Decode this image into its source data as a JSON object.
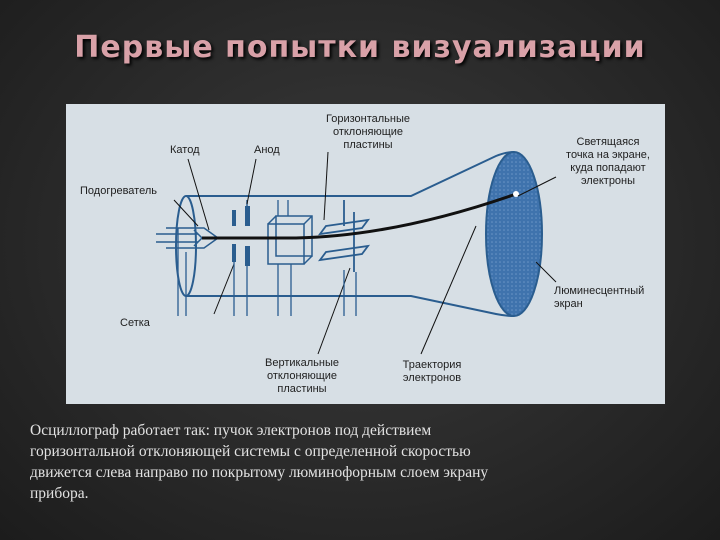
{
  "title": "Первые попытки визуализации",
  "diagram": {
    "labels": {
      "cathode": "Катод",
      "anode": "Анод",
      "heater": "Подогреватель",
      "grid": "Сетка",
      "horizontal_plates": [
        "Горизонтальные",
        "отклоняющие",
        "пластины"
      ],
      "glowing_dot": [
        "Светящаяся",
        "точка на экране,",
        "куда попадают",
        "электроны"
      ],
      "screen": [
        "Люминесцентный",
        "экран"
      ],
      "vertical_plates": [
        "Вертикальные",
        "отклоняющие",
        "пластины"
      ],
      "trajectory": [
        "Траектория",
        "электронов"
      ]
    },
    "colors": {
      "tube": "#2a5d8f",
      "screen": "#3a6ea8",
      "beam": "#111111",
      "background": "#d7dfe5"
    }
  },
  "caption": {
    "lines": [
      " Осциллограф работает так: пучок электронов под действием",
      "горизонтальной отклоняющей системы с определенной скоростью",
      "движется слева направо по покрытому люминофорным слоем экрану",
      "прибора."
    ]
  }
}
